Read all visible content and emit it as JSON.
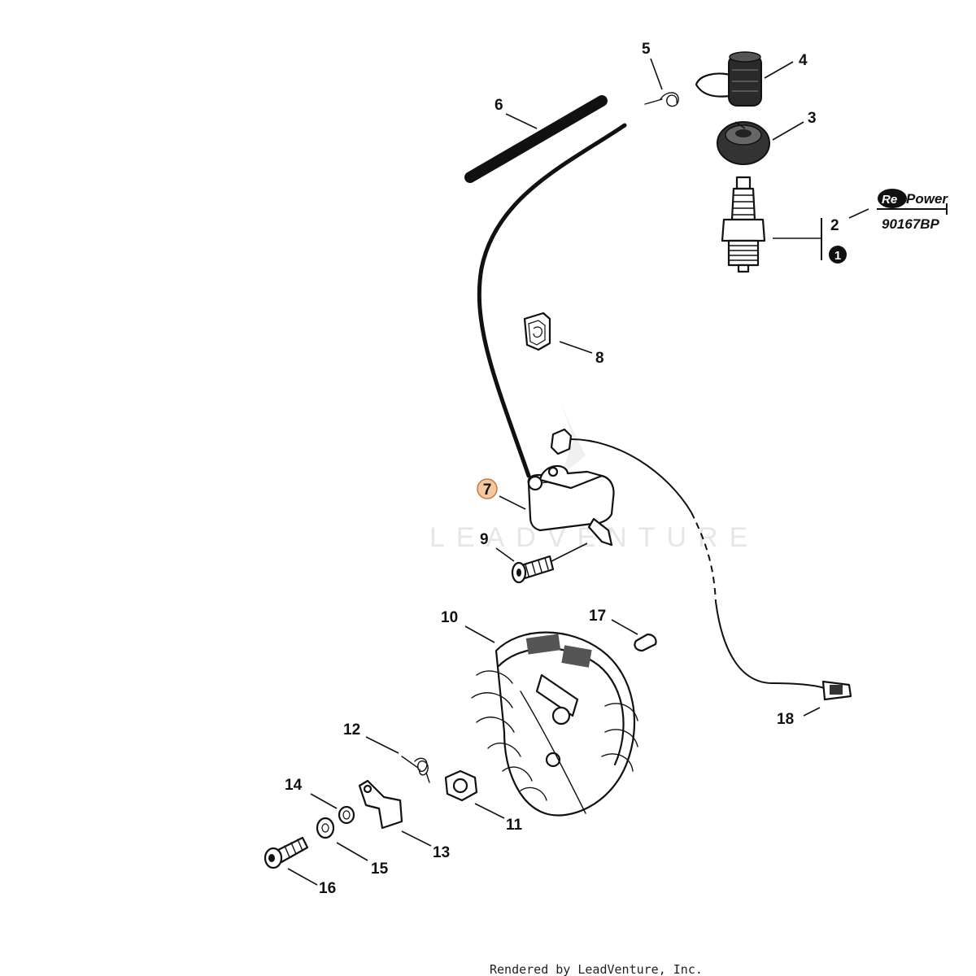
{
  "watermark": "LEADVENTURE",
  "footer": "Rendered by LeadVenture, Inc.",
  "highlight_color": "#f4c7a0",
  "highlight_stroke": "#c77a3c",
  "callouts": {
    "c1": "1",
    "c2": "2",
    "c3": "3",
    "c4": "4",
    "c5": "5",
    "c6": "6",
    "c7": "7",
    "c8": "8",
    "c9": "9",
    "c10": "10",
    "c11": "11",
    "c12": "12",
    "c13": "13",
    "c14": "14",
    "c15": "15",
    "c16": "16",
    "c17": "17",
    "c18": "18"
  },
  "repower": {
    "brand_re": "Re",
    "brand_power": "Power",
    "part_number": "90167BP"
  }
}
